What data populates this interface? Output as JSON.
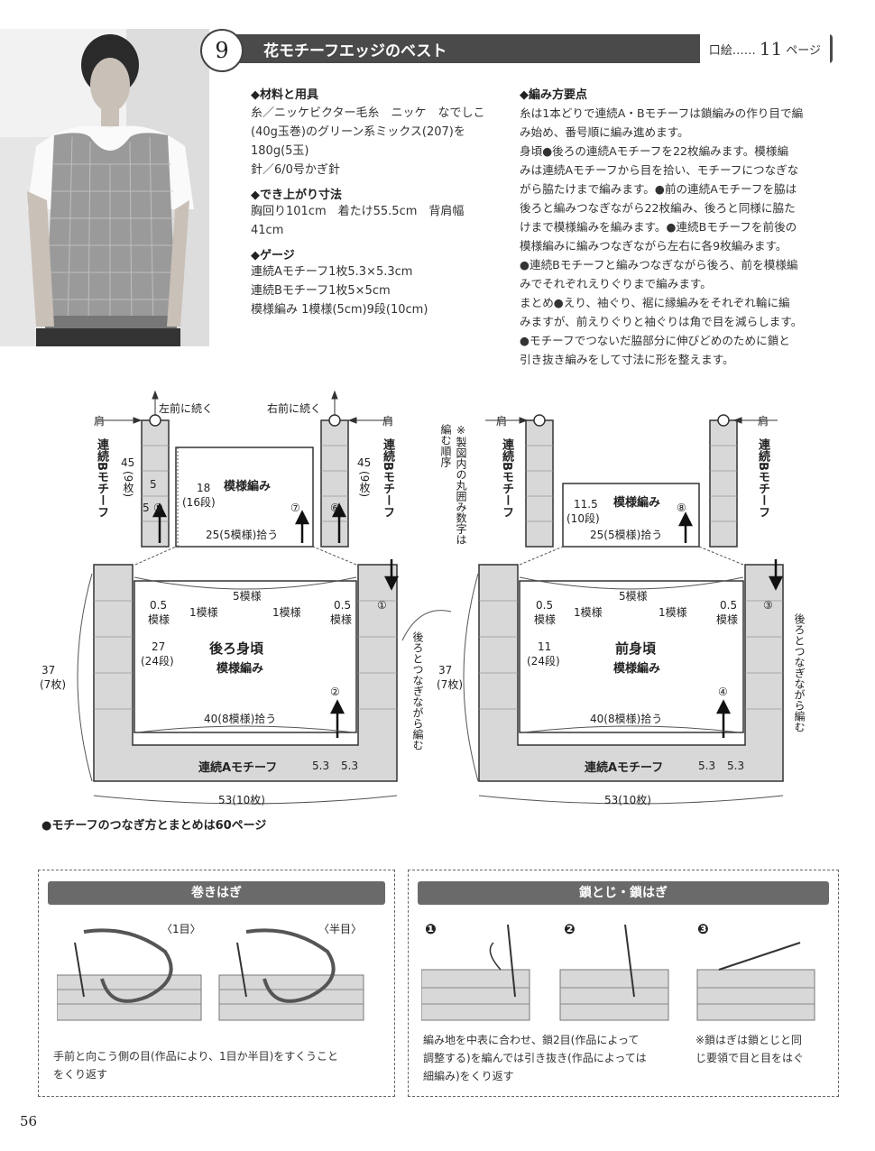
{
  "header": {
    "number": "9",
    "title": "花モチーフエッジのベスト",
    "kuchie_label": "口絵……",
    "kuchie_page": "11",
    "kuchie_suffix": "ページ"
  },
  "materials": {
    "heading": "◆材料と用具",
    "lines": [
      "糸／ニッケビクター毛糸　ニッケ　なでしこ",
      "(40g玉巻)のグリーン系ミックス(207)を",
      "180g(5玉)",
      "針／6/0号かぎ針"
    ]
  },
  "size": {
    "heading": "◆でき上がり寸法",
    "lines": [
      "胸回り101cm　着たけ55.5cm　背肩幅",
      "41cm"
    ]
  },
  "gauge": {
    "heading": "◆ゲージ",
    "lines": [
      "連続Aモチーフ1枚5.3×5.3cm",
      "連続Bモチーフ1枚5×5cm",
      "模様編み 1模様(5cm)9段(10cm)"
    ]
  },
  "method": {
    "heading": "◆編み方要点",
    "lines": [
      "糸は1本どりで連続A・Bモチーフは鎖編みの作り目で編",
      "み始め、番号順に編み進めます。",
      "身頃●後ろの連続Aモチーフを22枚編みます。模様編",
      "みは連続Aモチーフから目を拾い、モチーフにつなぎな",
      "がら脇たけまで編みます。●前の連続Aモチーフを脇は",
      "後ろと編みつなぎながら22枚編み、後ろと同様に脇た",
      "けまで模様編みを編みます。●連続Bモチーフを前後の",
      "模様編みに編みつなぎながら左右に各9枚編みます。",
      "●連続Bモチーフと編みつなぎながら後ろ、前を模様編",
      "みでそれぞれえりぐりまで編みます。",
      "まとめ●えり、袖ぐり、裾に縁編みをそれぞれ輪に編",
      "みますが、前えりぐりと袖ぐりは角で目を減らします。",
      "●モチーフでつないだ脇部分に伸びどめのために鎖と",
      "引き抜き編みをして寸法に形を整えます。"
    ]
  },
  "back": {
    "hidari": "左前に続く",
    "migi": "右前に続く",
    "kata": "肩",
    "bmotif": "連続Bモチーフ",
    "d45": "45",
    "d9mai": "(9枚)",
    "d5": "5",
    "c5": "⑤",
    "c6": "⑥",
    "c7": "⑦",
    "c1": "①",
    "c2": "②",
    "d18": "18",
    "d16": "(16段)",
    "moyou": "模様編み",
    "pick25": "25(5模様)拾う",
    "d05": "0.5",
    "moyou_s": "模様",
    "mo1": "1模様",
    "d27": "27",
    "d24": "(24段)",
    "title": "後ろ身頃",
    "sub": "模様編み",
    "d37": "37",
    "d7": "(7枚)",
    "pick40": "40(8模様)拾う",
    "amotif": "連続Aモチーフ",
    "d53": "5.3",
    "w53": "53(10枚)"
  },
  "front": {
    "d115": "11.5",
    "d10": "(10段)",
    "c8": "⑧",
    "c3": "③",
    "c4": "④",
    "d11": "11",
    "title": "前身頃",
    "ushiro_tsunagi": "後ろとつなぎながら編む"
  },
  "note_vertical": "※製図内の丸囲み数字は編む順序",
  "bottom_note": "●モチーフのつなぎ方とまとめは60ページ",
  "makihagi": {
    "title": "巻きはぎ",
    "l1": "〈1目〉",
    "l2": "〈半目〉",
    "desc": [
      "手前と向こう側の目(作品により、1目か半目)をすくうこと",
      "をくり返す"
    ]
  },
  "kusari": {
    "title": "鎖とじ・鎖はぎ",
    "s1": "❶",
    "s2": "❷",
    "s3": "❸",
    "desc": [
      "編み地を中表に合わせ、鎖2目(作品によって",
      "調整する)を編んでは引き抜き(作品によっては",
      "細編み)をくり返す"
    ],
    "note": [
      "※鎖はぎは鎖とじと同",
      "じ要領で目と目をはぐ"
    ]
  },
  "page_number": "56"
}
